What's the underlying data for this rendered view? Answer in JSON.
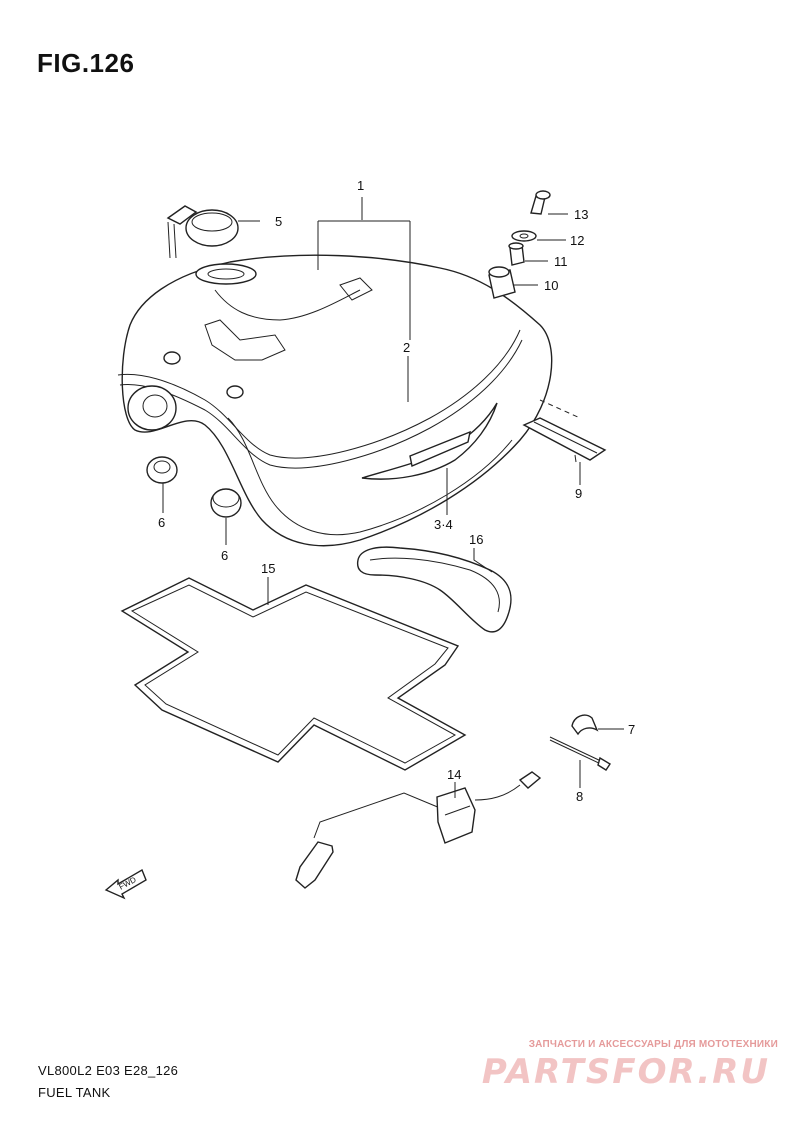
{
  "figure": {
    "title": "FIG.126"
  },
  "parts": [
    {
      "id": "p1",
      "label": "1"
    },
    {
      "id": "p2",
      "label": "2"
    },
    {
      "id": "p3",
      "label": "3·4"
    },
    {
      "id": "p5",
      "label": "5"
    },
    {
      "id": "p6a",
      "label": "6"
    },
    {
      "id": "p6b",
      "label": "6"
    },
    {
      "id": "p7",
      "label": "7"
    },
    {
      "id": "p8",
      "label": "8"
    },
    {
      "id": "p9",
      "label": "9"
    },
    {
      "id": "p10",
      "label": "10"
    },
    {
      "id": "p11",
      "label": "11"
    },
    {
      "id": "p12",
      "label": "12"
    },
    {
      "id": "p13",
      "label": "13"
    },
    {
      "id": "p14",
      "label": "14"
    },
    {
      "id": "p15",
      "label": "15"
    },
    {
      "id": "p16",
      "label": "16"
    }
  ],
  "fwd_label": "FWD",
  "footer": {
    "model_code": "VL800L2 E03 E28_126",
    "caption": "FUEL TANK"
  },
  "watermark": {
    "tagline": "ЗАПЧАСТИ И АКСЕССУАРЫ ДЛЯ МОТОТЕХНИКИ",
    "brand": "PARTSFOR.RU"
  }
}
